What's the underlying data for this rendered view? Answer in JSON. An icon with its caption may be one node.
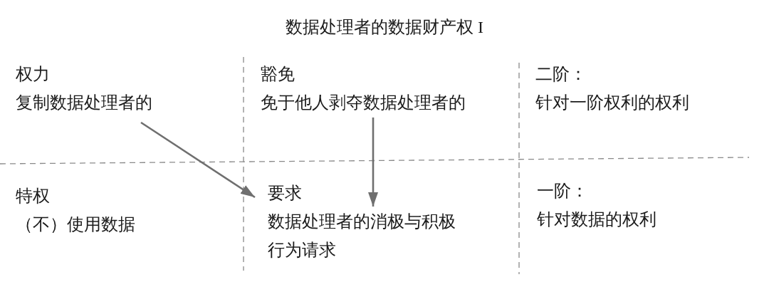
{
  "diagram": {
    "title": "数据处理者的数据财产权 I",
    "nodes": [
      {
        "text": [
          "权力",
          "复制数据处理者的"
        ]
      },
      {
        "text": [
          "豁免",
          "免于他人剥夺数据处理者的"
        ]
      },
      {
        "text": [
          "二阶：",
          "针对一阶权利的权利"
        ]
      },
      {
        "text": [
          "特权",
          "（不）使用数据"
        ]
      },
      {
        "text": [
          "要求",
          "数据处理者的消极与积极行为请求"
        ]
      },
      {
        "text": [
          "一阶：",
          "针对数据的权利"
        ]
      }
    ],
    "edges": [
      {
        "from": 0,
        "to": 4,
        "arrow": "to"
      },
      {
        "from": 1,
        "to": 4,
        "arrow": "to"
      }
    ]
  }
}
